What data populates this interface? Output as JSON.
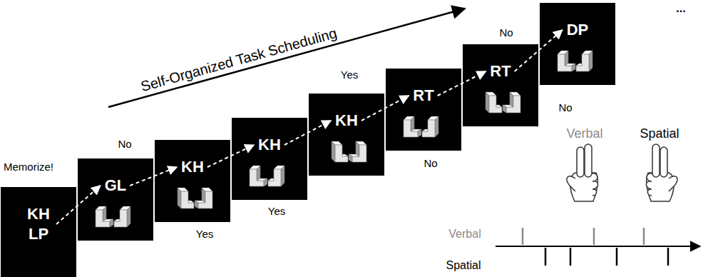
{
  "diagram": {
    "nodes": [
      {
        "text": [
          "KH LP"
        ]
      },
      {
        "text": [
          "GL"
        ]
      },
      {
        "text": [
          "KH"
        ]
      },
      {
        "text": [
          "KH"
        ]
      },
      {
        "text": [
          "KH"
        ]
      },
      {
        "text": [
          "RT"
        ]
      },
      {
        "text": [
          "RT"
        ]
      },
      {
        "text": [
          "DP"
        ]
      }
    ],
    "edges": [
      {
        "from": 0,
        "to": 1,
        "arrow": "to"
      },
      {
        "from": 1,
        "to": 2,
        "arrow": "to"
      },
      {
        "from": 2,
        "to": 3,
        "arrow": "to"
      },
      {
        "from": 3,
        "to": 4,
        "arrow": "to"
      },
      {
        "from": 4,
        "to": 5,
        "arrow": "to"
      },
      {
        "from": 5,
        "to": 6,
        "arrow": "to"
      },
      {
        "from": 6,
        "to": 7,
        "arrow": "to"
      }
    ],
    "labels": [
      "Self-Organized Task Scheduling",
      "Memorize!",
      "No",
      "Yes",
      "Yes",
      "Yes",
      "No",
      "No",
      "No",
      "Verbal",
      "Spatial",
      "Verbal",
      "Spatial",
      "..."
    ]
  }
}
